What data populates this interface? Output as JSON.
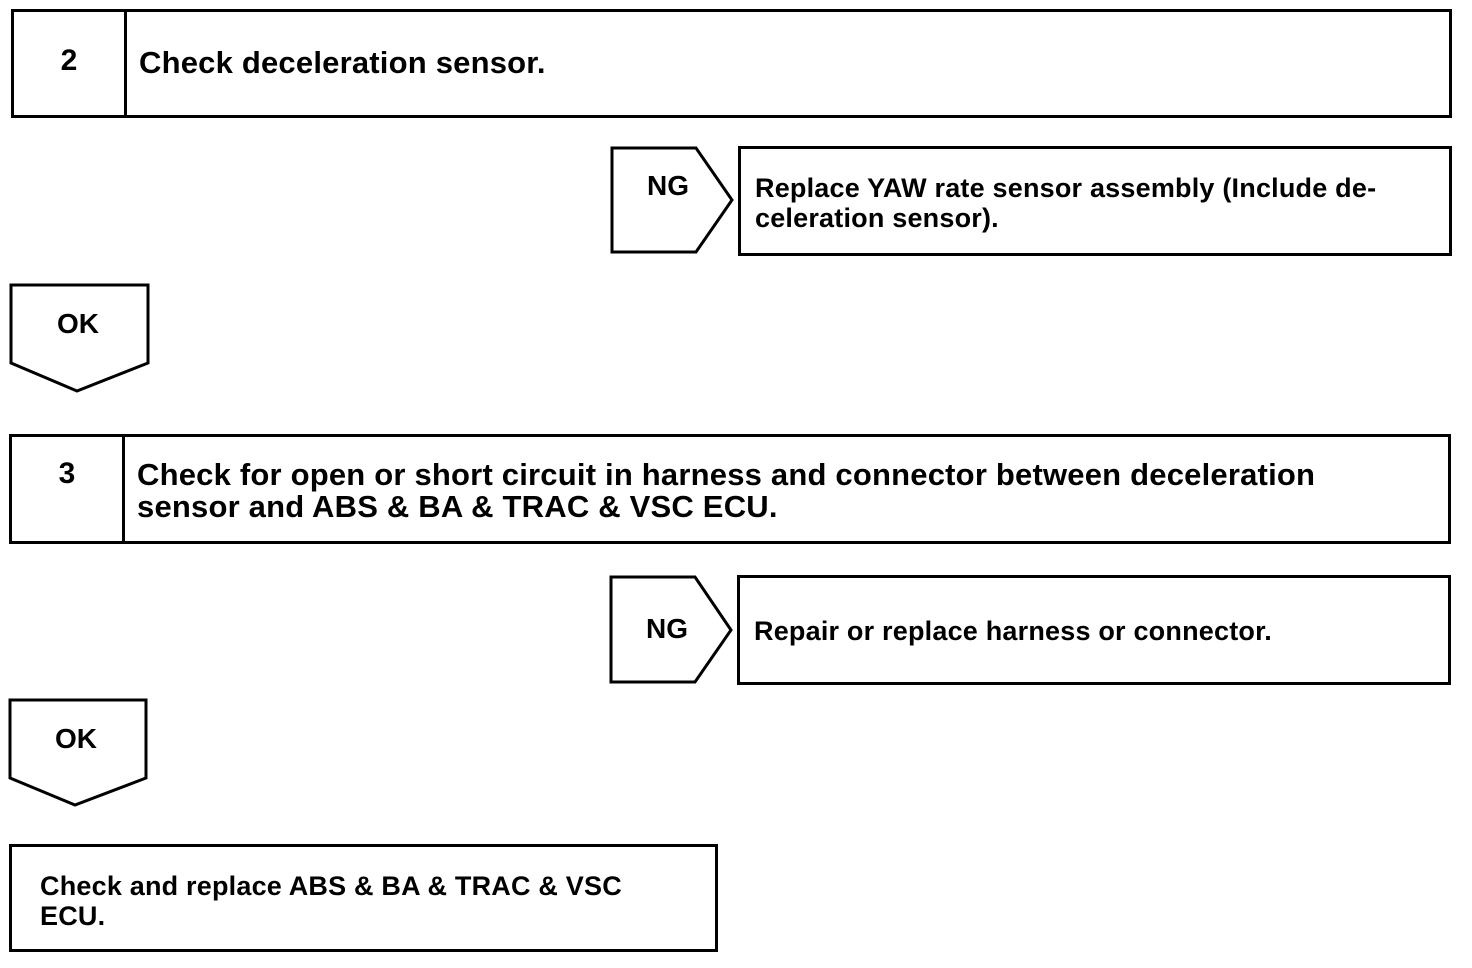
{
  "steps": [
    {
      "number": "2",
      "text": "Check deceleration sensor."
    },
    {
      "number": "3",
      "text_lines": [
        "Check for open or short circuit in harness and connector between deceleration",
        "sensor and ABS & BA & TRAC & VSC ECU."
      ]
    }
  ],
  "branches": {
    "ng_label": "NG",
    "ok_label": "OK"
  },
  "results": {
    "step2_ng_lines": [
      "Replace YAW rate sensor assembly (Include de-",
      "celeration sensor)."
    ],
    "step3_ng": "Repair or replace harness or connector.",
    "final_lines": [
      "Check and replace ABS & BA & TRAC & VSC",
      "ECU."
    ]
  }
}
